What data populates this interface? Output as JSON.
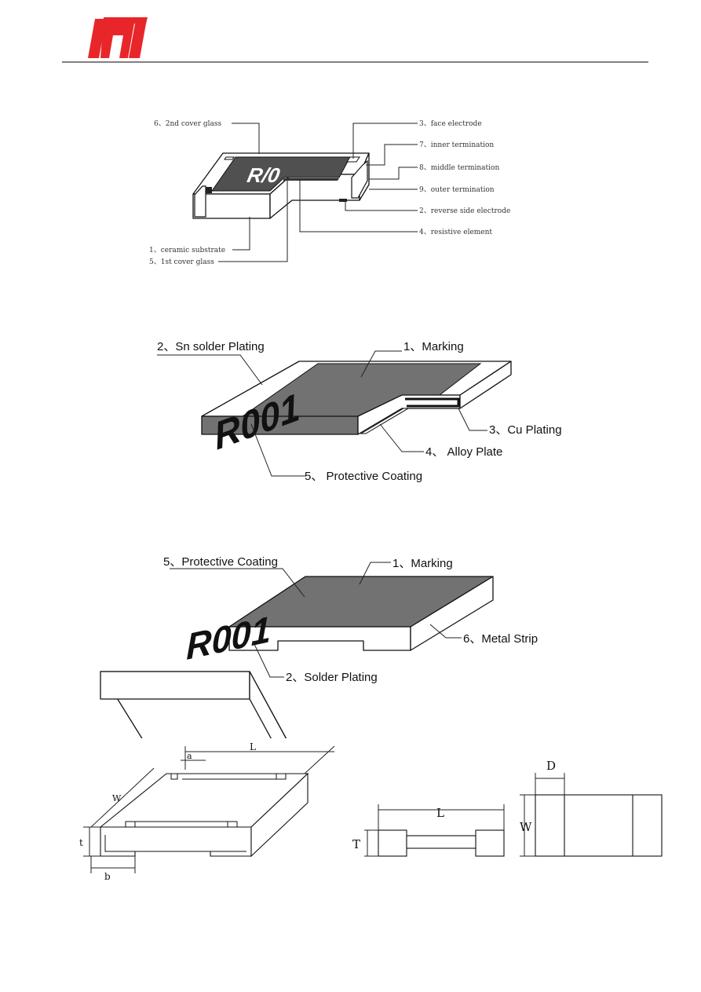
{
  "header": {
    "logo": {
      "name": "company-logo",
      "color": "#e8262a"
    },
    "rule_color": "#000000"
  },
  "fig1": {
    "marking": "R/0",
    "labels": {
      "l6": "6、2nd cover glass",
      "l3": "3、face electrode",
      "l7": "7、inner termination",
      "l8": "8、middle termination",
      "l9": "9、outer termination",
      "l2": "2、reverse side electrode",
      "l4": "4、resistive element",
      "l1": "1、ceramic substrate",
      "l5": "5、1st cover glass"
    }
  },
  "fig2": {
    "marking": "R001",
    "labels": {
      "l2": "2、Sn solder Plating",
      "l1": "1、Marking",
      "l3": "3、Cu Plating",
      "l4": "4、 Alloy Plate",
      "l5": "5、 Protective Coating"
    }
  },
  "fig3": {
    "marking": "R001",
    "labels": {
      "l5": "5、Protective Coating",
      "l1": "1、Marking",
      "l6": "6、Metal Strip",
      "l2": "2、Solder Plating"
    }
  },
  "fig4": {
    "iso": {
      "L": "L",
      "a": "a",
      "W": "W",
      "t": "t",
      "b": "b"
    },
    "side": {
      "L": "L",
      "T": "T"
    },
    "top": {
      "D": "D",
      "W": "W"
    }
  },
  "colors": {
    "coating": "#707070",
    "white": "#ffffff",
    "ink": "#111111"
  }
}
